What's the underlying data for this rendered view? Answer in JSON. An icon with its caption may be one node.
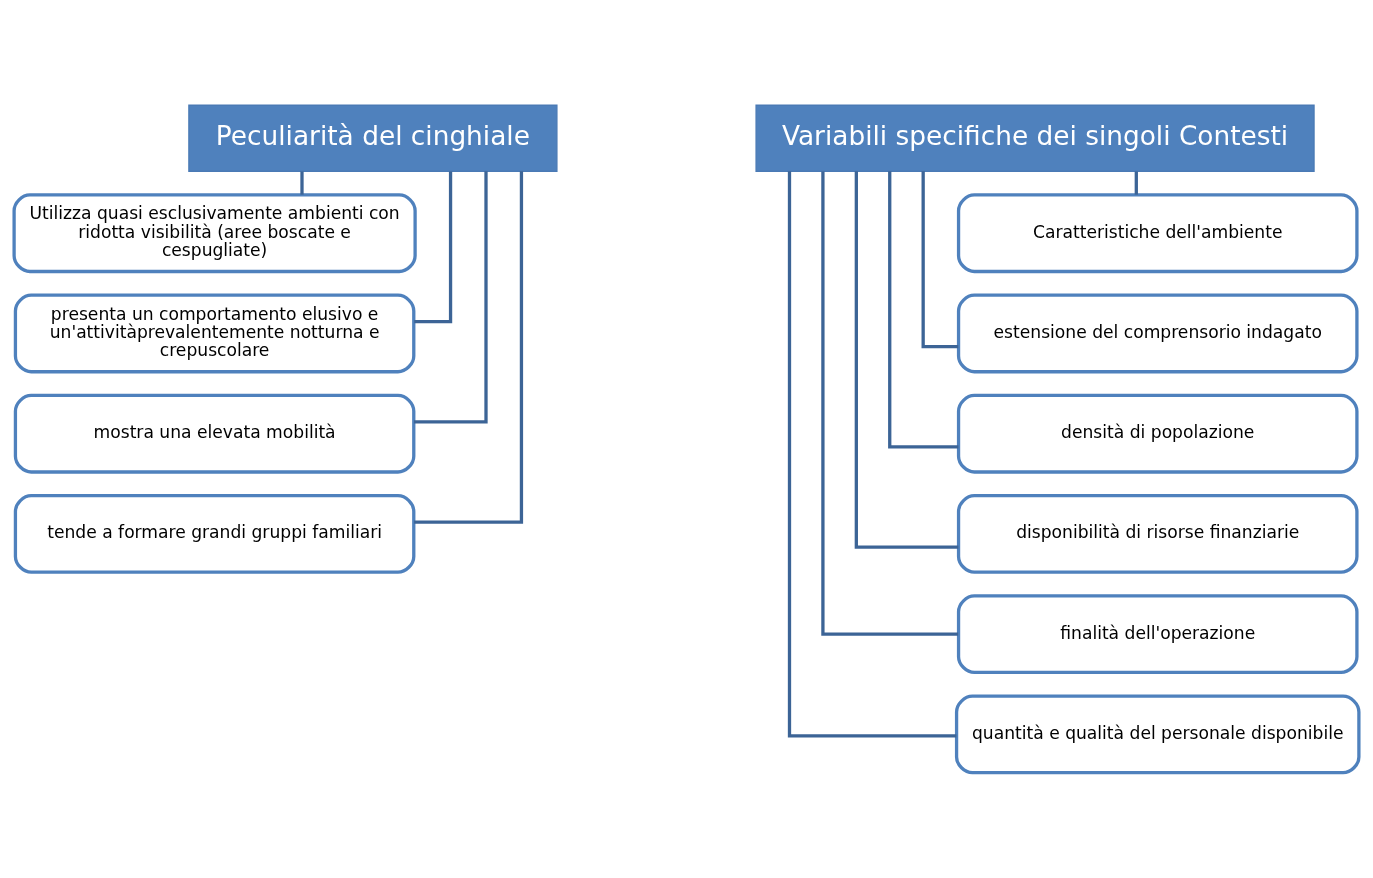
{
  "diagram": {
    "nodes": [
      {
        "text": [
          "Peculiarità del cinghiale"
        ]
      },
      {
        "text": [
          "Utilizza quasi esclusivamente ambienti con ridotta visibilità (aree boscate e cespugliate)"
        ]
      },
      {
        "text": [
          "presenta un comportamento elusivo e un'attivitàprevalentemente notturna e crepuscolare"
        ]
      },
      {
        "text": [
          "mostra una elevata mobilità"
        ]
      },
      {
        "text": [
          "tende a formare grandi gruppi familiari"
        ]
      },
      {
        "text": [
          "Variabili specifiche dei singoli Contesti"
        ]
      },
      {
        "text": [
          "Caratteristiche dell'ambiente"
        ]
      },
      {
        "text": [
          "estensione del comprensorio indagato"
        ]
      },
      {
        "text": [
          "densità di popolazione"
        ]
      },
      {
        "text": [
          "disponibilità di risorse finanziarie"
        ]
      },
      {
        "text": [
          "finalità dell'operazione"
        ]
      },
      {
        "text": [
          "quantità e qualità del personale disponibile"
        ]
      }
    ],
    "edges": [
      {
        "from": 0,
        "to": 1,
        "arrow": "none"
      },
      {
        "from": 0,
        "to": 2,
        "arrow": "none"
      },
      {
        "from": 0,
        "to": 3,
        "arrow": "none"
      },
      {
        "from": 0,
        "to": 4,
        "arrow": "none"
      },
      {
        "from": 5,
        "to": 6,
        "arrow": "none"
      },
      {
        "from": 5,
        "to": 7,
        "arrow": "none"
      },
      {
        "from": 5,
        "to": 8,
        "arrow": "none"
      },
      {
        "from": 5,
        "to": 9,
        "arrow": "none"
      },
      {
        "from": 5,
        "to": 10,
        "arrow": "none"
      },
      {
        "from": 5,
        "to": 11,
        "arrow": "none"
      }
    ]
  }
}
